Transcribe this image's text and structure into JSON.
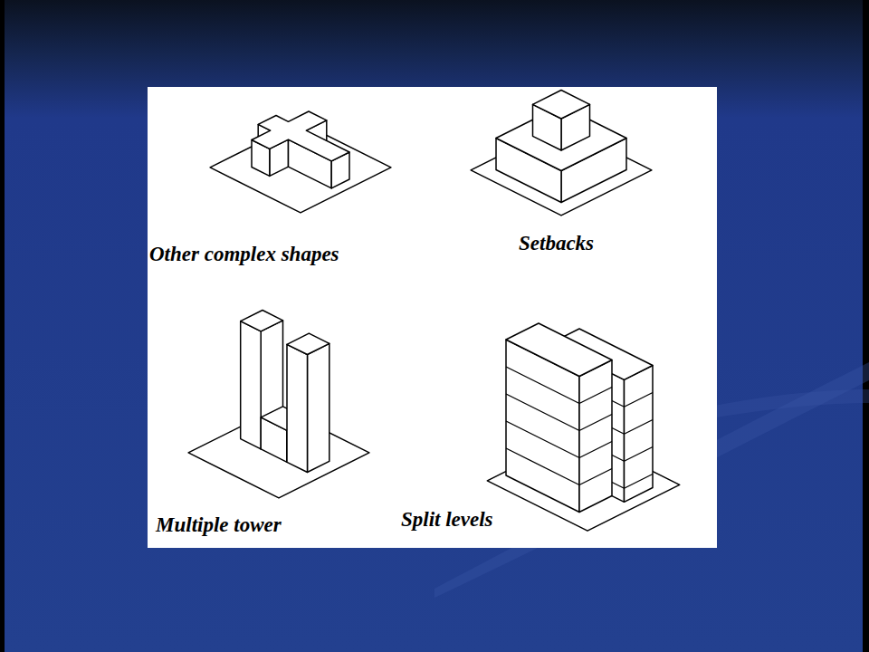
{
  "diagram": {
    "labels": [
      "Other complex shapes",
      "Setbacks",
      "Multiple tower",
      "Split levels"
    ]
  }
}
